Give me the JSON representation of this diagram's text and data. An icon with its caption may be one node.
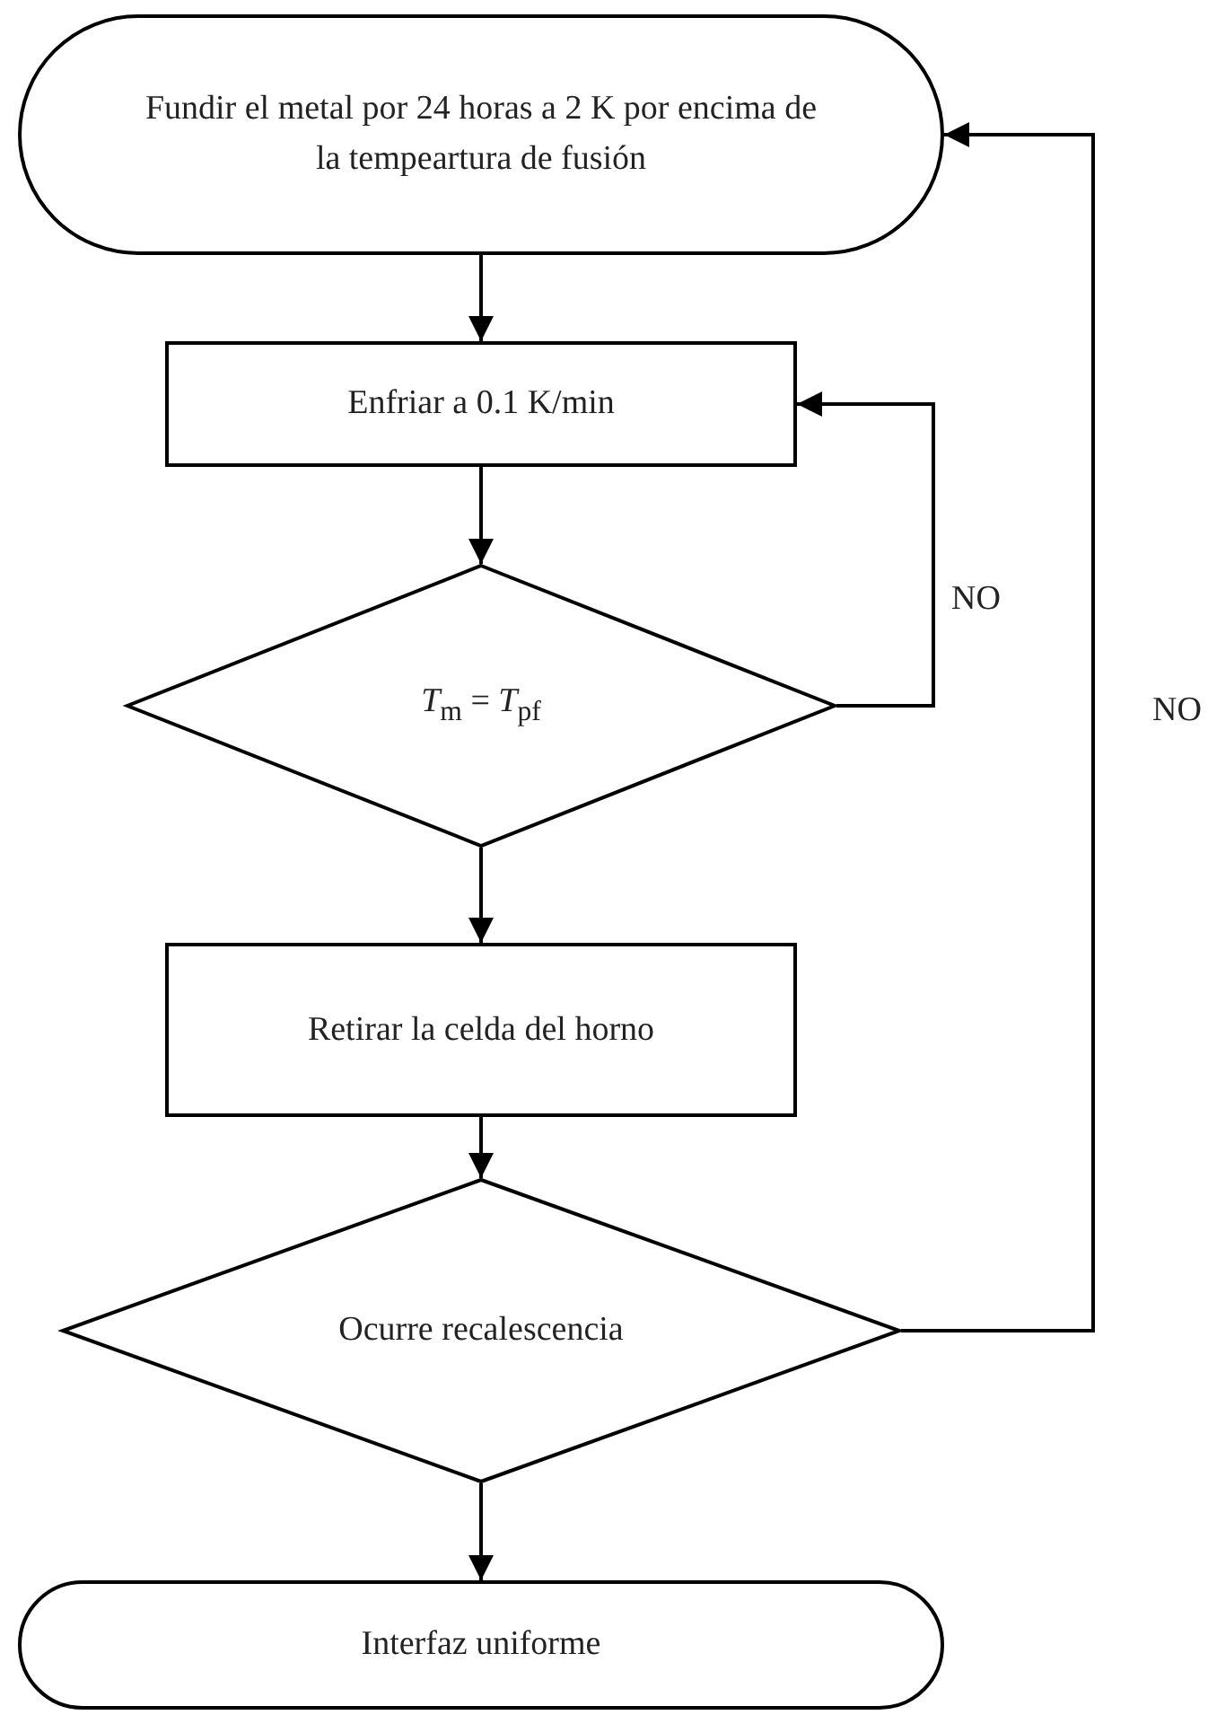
{
  "diagram": {
    "nodes": [
      {
        "text": [
          "Fundir el metal por 24 horas a 2 K por encima de la tempeartura de fusión"
        ]
      },
      {
        "text": [
          "Enfriar a 0.1 K/min"
        ]
      },
      {
        "text": [
          "*T*$_{m}$ = *T*$_{pf}$"
        ]
      },
      {
        "text": [
          "Retirar la celda del horno"
        ]
      },
      {
        "text": [
          "Ocurre recalescencia"
        ]
      },
      {
        "text": [
          "Interfaz uniforme"
        ]
      }
    ],
    "edges": [
      {
        "from": 0,
        "to": 1,
        "arrow": "to"
      },
      {
        "from": 1,
        "to": 2,
        "arrow": "to"
      },
      {
        "from": 2,
        "to": 1,
        "arrow": "to",
        "label": "NO"
      },
      {
        "from": 2,
        "to": 3,
        "arrow": "to"
      },
      {
        "from": 3,
        "to": 4,
        "arrow": "to"
      },
      {
        "from": 4,
        "to": 0,
        "arrow": "to",
        "label": "NO"
      },
      {
        "from": 4,
        "to": 5,
        "arrow": "to"
      }
    ]
  }
}
